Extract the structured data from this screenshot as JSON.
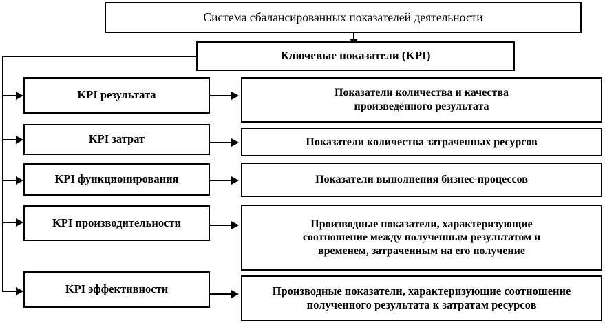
{
  "diagram": {
    "title_box": {
      "label": "Система сбалансированных показателей деятельности"
    },
    "kpi_box": {
      "label": "Ключевые показатели (KPI)"
    },
    "rows": [
      {
        "category": "KPI результата",
        "description": "Показатели количества и качества\nпроизведённого результата"
      },
      {
        "category": "KPI затрат",
        "description": "Показатели количества затраченных ресурсов"
      },
      {
        "category": "KPI функционирования",
        "description": "Показатели выполнения бизнес-процессов"
      },
      {
        "category": "KPI производительности",
        "description": "Производные показатели, характеризующие\nсоотношение между полученным результатом и\nвременем, затраченным на его получение"
      },
      {
        "category": "KPI эффективности",
        "description": "Производные показатели, характеризующие соотношение\nполученного результата к затратам ресурсов"
      }
    ]
  }
}
